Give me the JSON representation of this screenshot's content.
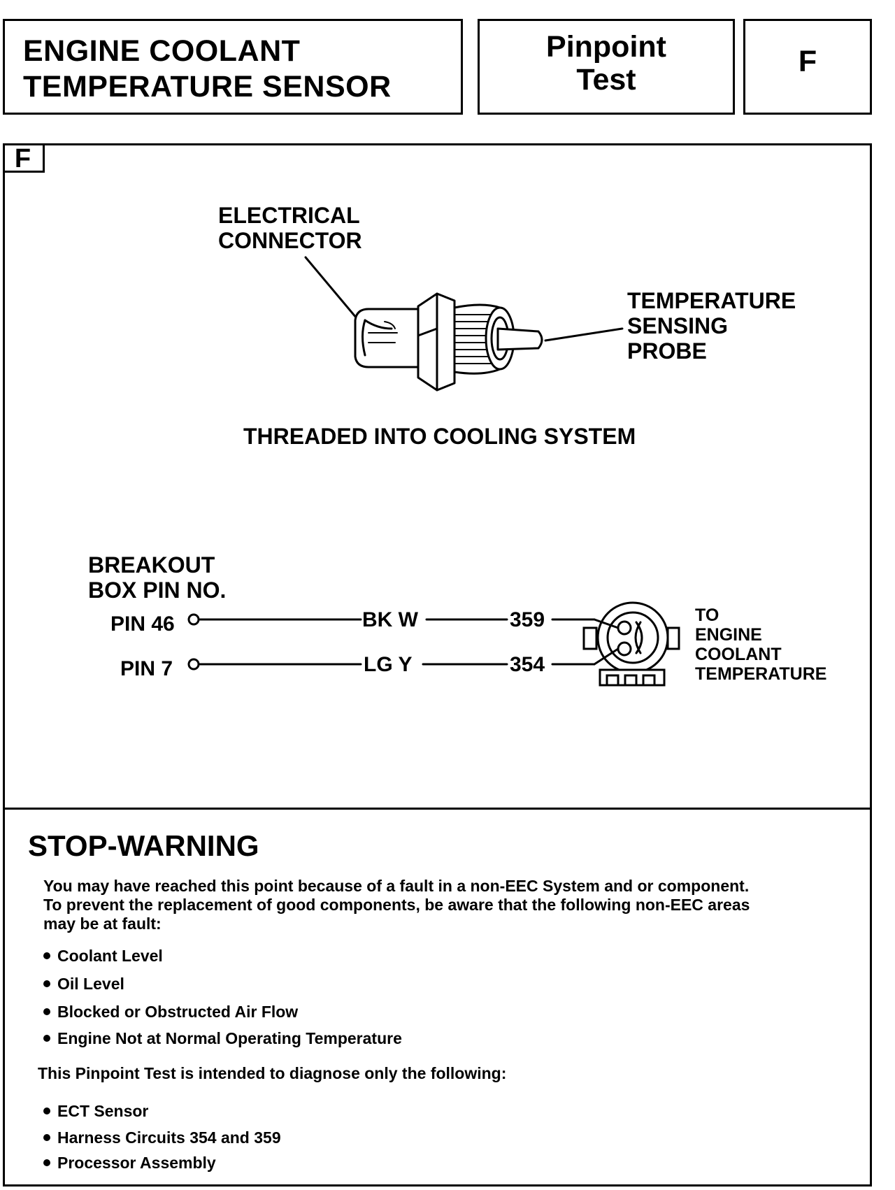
{
  "header": {
    "title_line1": "ENGINE COOLANT",
    "title_line2": "TEMPERATURE SENSOR",
    "section_line1": "Pinpoint",
    "section_line2": "Test",
    "test_letter": "F"
  },
  "diagram": {
    "tag": "F",
    "connector_label_line1": "ELECTRICAL",
    "connector_label_line2": "CONNECTOR",
    "probe_label_line1": "TEMPERATURE",
    "probe_label_line2": "SENSING",
    "probe_label_line3": "PROBE",
    "caption": "THREADED INTO COOLING SYSTEM"
  },
  "wiring": {
    "heading_line1": "BREAKOUT",
    "heading_line2": "BOX PIN NO.",
    "rows": [
      {
        "pin": "PIN 46",
        "color": "BK W",
        "circuit": "359"
      },
      {
        "pin": "PIN 7",
        "color": "LG Y",
        "circuit": "354"
      }
    ],
    "dest_line1": "TO",
    "dest_line2": "ENGINE",
    "dest_line3": "COOLANT",
    "dest_line4": "TEMPERATURE"
  },
  "warning": {
    "title": "STOP-WARNING",
    "intro_line1": "You may have reached this point because of a fault in a non-EEC System and or component.",
    "intro_line2": "To prevent the replacement of good components, be aware that the following non-EEC areas",
    "intro_line3": "may be at fault:",
    "areas": [
      "Coolant Level",
      "Oil Level",
      "Blocked or Obstructed Air Flow",
      "Engine Not at Normal Operating Temperature"
    ],
    "scope_text": "This Pinpoint Test is intended to diagnose only the following:",
    "scope_items": [
      "ECT Sensor",
      "Harness Circuits 354 and 359",
      "Processor Assembly"
    ]
  }
}
